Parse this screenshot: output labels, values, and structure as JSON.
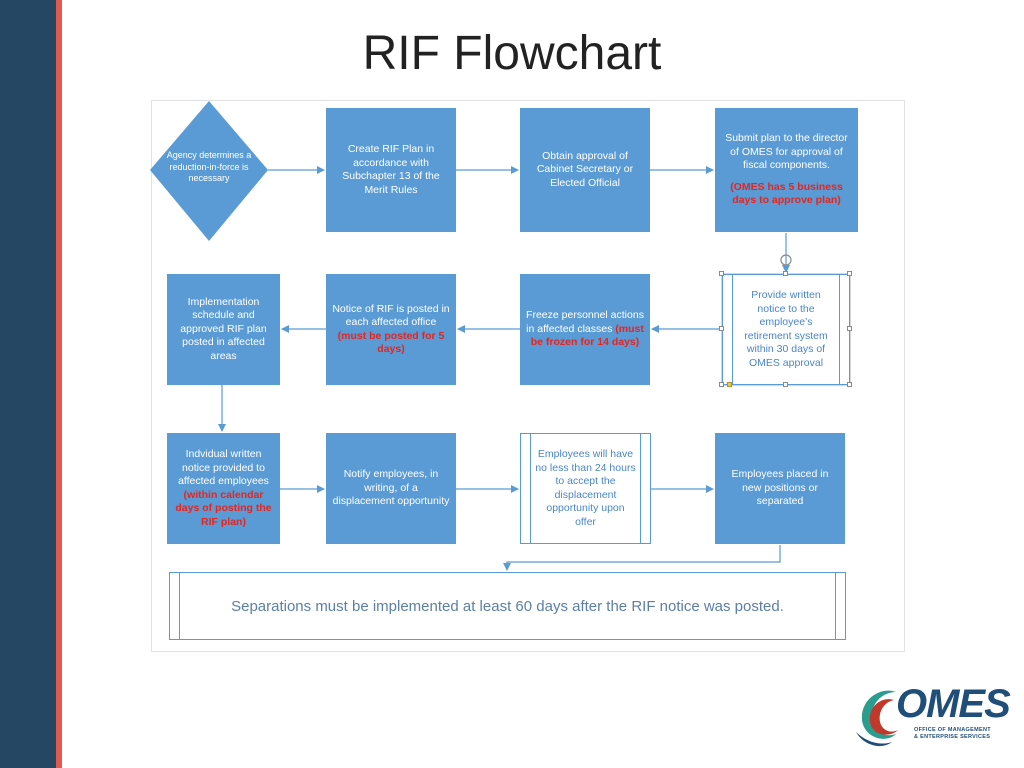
{
  "slide": {
    "title": "RIF Flowchart"
  },
  "colors": {
    "box_fill": "#5b9bd5",
    "emphasis_red": "#e8231c",
    "sidebar": "#264763",
    "sidebar_stripe": "#e05a50"
  },
  "flowchart": {
    "start": {
      "text": "Agency determines a reduction-in-force is necessary"
    },
    "row1": [
      {
        "text": "Create RIF Plan in accordance with Subchapter 13 of the Merit Rules"
      },
      {
        "text": "Obtain approval of Cabinet Secretary or Elected Official"
      },
      {
        "text": "Submit plan to the director of OMES for approval of fiscal components.",
        "emphasis": "(OMES has 5 business days to approve plan)"
      }
    ],
    "row2": [
      {
        "text": "Provide written notice to the employee’s retirement system within 30 days of OMES approval"
      },
      {
        "text": "Freeze personnel actions in affected classes",
        "emphasis": "(must be frozen for 14 days)"
      },
      {
        "text": "Notice of RIF is posted in each affected office",
        "emphasis": "(must be posted for 5 days)"
      },
      {
        "text": "Implementation schedule and approved RIF plan posted in affected areas"
      }
    ],
    "row3": [
      {
        "text": "Indvidual written notice provided to affected employees",
        "emphasis": "(within calendar days of posting the RIF plan)"
      },
      {
        "text": "Notify employees, in writing, of a displacement opportunity"
      },
      {
        "text": "Employees will have no less than 24 hours to accept the displacement opportunity upon offer"
      },
      {
        "text": "Employees placed in new positions or separated"
      }
    ],
    "footer": {
      "text": "Separations must be implemented  at least 60 days after the RIF notice was posted."
    }
  },
  "logo": {
    "word": "OMES",
    "subtitle_line1": "OFFICE OF MANAGEMENT",
    "subtitle_line2": "& ENTERPRISE SERVICES"
  }
}
